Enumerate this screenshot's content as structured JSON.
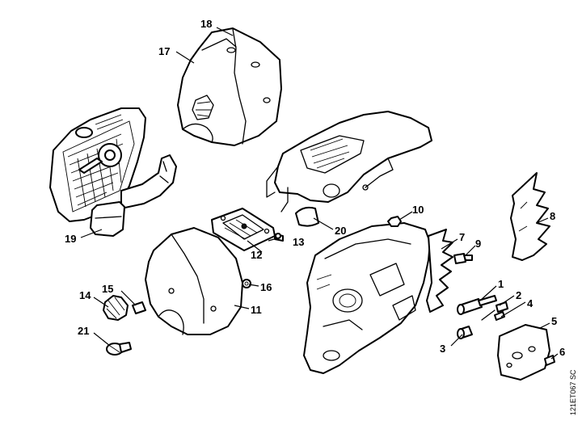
{
  "diagram": {
    "drawing_code": "121ET067 SC",
    "callouts": [
      "1",
      "2",
      "3",
      "4",
      "5",
      "6",
      "7",
      "8",
      "9",
      "10",
      "11",
      "12",
      "13",
      "14",
      "15",
      "16",
      "17",
      "18",
      "19",
      "20",
      "21"
    ]
  }
}
